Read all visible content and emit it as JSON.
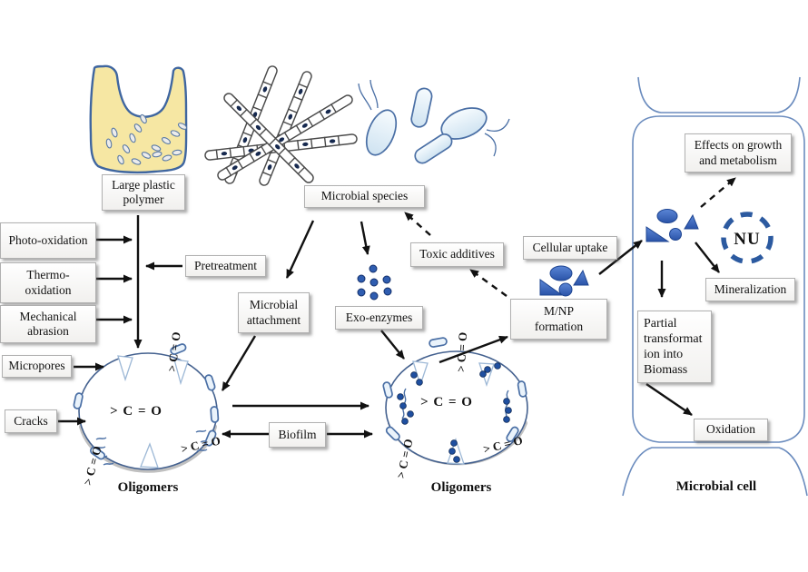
{
  "diagram": {
    "boxes": {
      "photo_oxidation": "Photo-oxidation",
      "thermo_oxidation": "Thermo-\noxidation",
      "mechanical_abrasion": "Mechanical\nabrasion",
      "micropores": "Micropores",
      "cracks": "Cracks",
      "large_plastic_polymer": "Large plastic\npolymer",
      "pretreatment": "Pretreatment",
      "microbial_species": "Microbial species",
      "microbial_attachment": "Microbial\nattachment",
      "exo_enzymes": "Exo-enzymes",
      "toxic_additives": "Toxic additives",
      "cellular_uptake": "Cellular uptake",
      "mnp_formation": "M/NP\nformation",
      "biofilm": "Biofilm",
      "effects_growth": "Effects on growth\nand metabolism",
      "mineralization": "Mineralization",
      "partial_transformation": "Partial\ntransformat\nion into\nBiomass",
      "oxidation": "Oxidation"
    },
    "labels": {
      "oligomers": "Oligomers",
      "microbial_cell": "Microbial cell",
      "nu": "NU",
      "carbonyl": "> C = O"
    },
    "colors": {
      "outline_blue": "#4a6fa5",
      "particle_blue": "#3a66b8",
      "polymer_yellow": "#f6e7a3",
      "dashed_circle_blue": "#2c5aa0",
      "arrow_black": "#111111",
      "box_border_gray": "#b0b0b0"
    }
  }
}
